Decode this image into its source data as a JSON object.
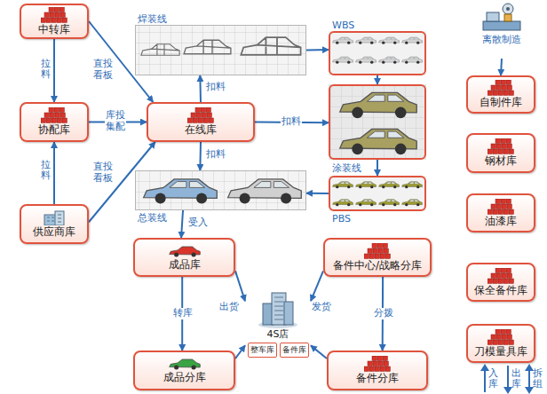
{
  "diagram": {
    "nodes": [
      {
        "text": [
          "中转库"
        ]
      },
      {
        "text": [
          "焊装线"
        ]
      },
      {
        "text": [
          "WBS"
        ]
      },
      {
        "text": [
          "离散制造"
        ]
      },
      {
        "text": [
          "自制件库"
        ]
      },
      {
        "text": [
          "协配库"
        ]
      },
      {
        "text": [
          "在线库"
        ]
      },
      {
        "text": [
          "涂装线"
        ]
      },
      {
        "text": [
          "钢材库"
        ]
      },
      {
        "text": [
          "PBS"
        ]
      },
      {
        "text": [
          "总装线"
        ]
      },
      {
        "text": [
          "供应商库"
        ]
      },
      {
        "text": [
          "油漆库"
        ]
      },
      {
        "text": [
          "成品库"
        ]
      },
      {
        "text": [
          "备件中心/战略分库"
        ]
      },
      {
        "text": [
          "保全备件库"
        ]
      },
      {
        "text": [
          "4S店"
        ]
      },
      {
        "text": [
          "整车库"
        ],
        "in": 16
      },
      {
        "text": [
          "备件库"
        ],
        "in": 16
      },
      {
        "text": [
          "刀模量具库"
        ]
      },
      {
        "text": [
          "成品分库"
        ]
      },
      {
        "text": [
          "备件分库"
        ]
      }
    ],
    "edges": [
      {
        "from": 0,
        "to": 5,
        "label": "拉料",
        "arrow": "to"
      },
      {
        "from": 11,
        "to": 5,
        "label": "拉料",
        "arrow": "to"
      },
      {
        "from": 0,
        "to": 6,
        "label": "直投看板",
        "arrow": "to"
      },
      {
        "from": 5,
        "to": 6,
        "label": "库投集配",
        "arrow": "to"
      },
      {
        "from": 11,
        "to": 6,
        "label": "直投看板",
        "arrow": "to"
      },
      {
        "from": 6,
        "to": 1,
        "label": "扣料",
        "arrow": "to"
      },
      {
        "from": 6,
        "to": 7,
        "label": "扣料",
        "arrow": "to"
      },
      {
        "from": 6,
        "to": 10,
        "label": "扣料",
        "arrow": "to"
      },
      {
        "from": 1,
        "to": 2,
        "arrow": "to"
      },
      {
        "from": 2,
        "to": 7,
        "arrow": "to"
      },
      {
        "from": 7,
        "to": 9,
        "arrow": "to"
      },
      {
        "from": 9,
        "to": 10,
        "arrow": "to"
      },
      {
        "from": 10,
        "to": 13,
        "label": "受入",
        "arrow": "to"
      },
      {
        "from": 13,
        "to": 20,
        "label": "转库",
        "arrow": "to"
      },
      {
        "from": 13,
        "to": 16,
        "label": "出货",
        "arrow": "to"
      },
      {
        "from": 14,
        "to": 16,
        "label": "发货",
        "arrow": "to"
      },
      {
        "from": 14,
        "to": 21,
        "label": "分拨",
        "arrow": "to"
      },
      {
        "from": 20,
        "to": 16,
        "arrow": "to"
      },
      {
        "from": 21,
        "to": 16,
        "arrow": "to"
      },
      {
        "from": 3,
        "to": 4,
        "arrow": "to"
      }
    ],
    "labels": [
      "入库",
      "出库",
      "拆组"
    ]
  }
}
